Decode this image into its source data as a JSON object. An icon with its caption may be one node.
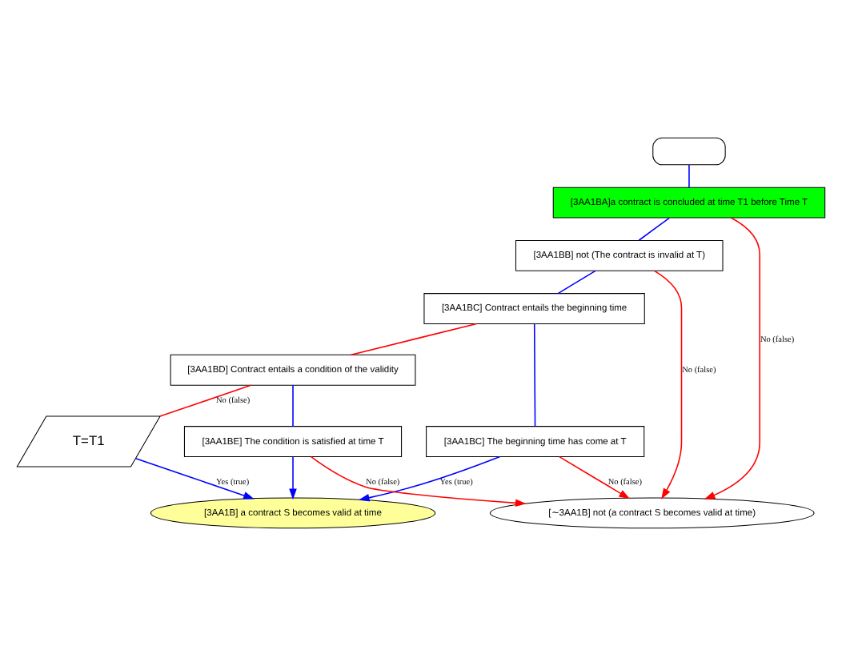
{
  "diagram": {
    "nodes": [
      {
        "text": [],
        "shape": "stadium"
      },
      {
        "text": [
          "[3AA1BA]a contract is concluded at time T1 before Time T"
        ]
      },
      {
        "text": [
          "[3AA1BB] not (The contract is invalid at T)"
        ]
      },
      {
        "text": [
          "[3AA1BC] Contract entails the beginning time"
        ]
      },
      {
        "text": [
          "[3AA1BC] The beginning time has come at T"
        ]
      },
      {
        "text": [
          "[3AA1BD] Contract entails a condition of the validity"
        ]
      },
      {
        "text": [
          "[3AA1BE] The condition is satisfied at time T"
        ]
      },
      {
        "text": [
          "T=T1"
        ]
      },
      {
        "text": [
          "[3AA1B] a contract S becomes valid at time"
        ]
      },
      {
        "text": [
          "[∼3AA1B] not (a contract S becomes valid at time)"
        ]
      }
    ],
    "edges": [
      {
        "from": 0,
        "to": 1,
        "arrow": "none"
      },
      {
        "from": 1,
        "to": 2,
        "arrow": "none"
      },
      {
        "from": 2,
        "to": 3,
        "arrow": "none"
      },
      {
        "from": 3,
        "to": 4,
        "arrow": "none"
      },
      {
        "from": 4,
        "to": 8,
        "arrow": "to",
        "label": "Yes (true)"
      },
      {
        "from": 1,
        "to": 9,
        "arrow": "to",
        "label": "No (false)",
        "color": "#ff0000"
      },
      {
        "from": 2,
        "to": 9,
        "arrow": "to",
        "label": "No (false)",
        "color": "#ff0000"
      },
      {
        "from": 3,
        "to": 5,
        "arrow": "none",
        "color": "#ff0000"
      },
      {
        "from": 4,
        "to": 9,
        "arrow": "to",
        "label": "No (false)",
        "color": "#ff0000"
      },
      {
        "from": 5,
        "to": 6,
        "arrow": "none"
      },
      {
        "from": 6,
        "to": 8,
        "arrow": "to"
      },
      {
        "from": 5,
        "to": 7,
        "arrow": "none",
        "label": "No (false)",
        "color": "#ff0000"
      },
      {
        "from": 6,
        "to": 9,
        "arrow": "to",
        "label": "No (false)",
        "color": "#ff0000"
      },
      {
        "from": 7,
        "to": 8,
        "arrow": "to",
        "label": "Yes (true)"
      }
    ]
  }
}
